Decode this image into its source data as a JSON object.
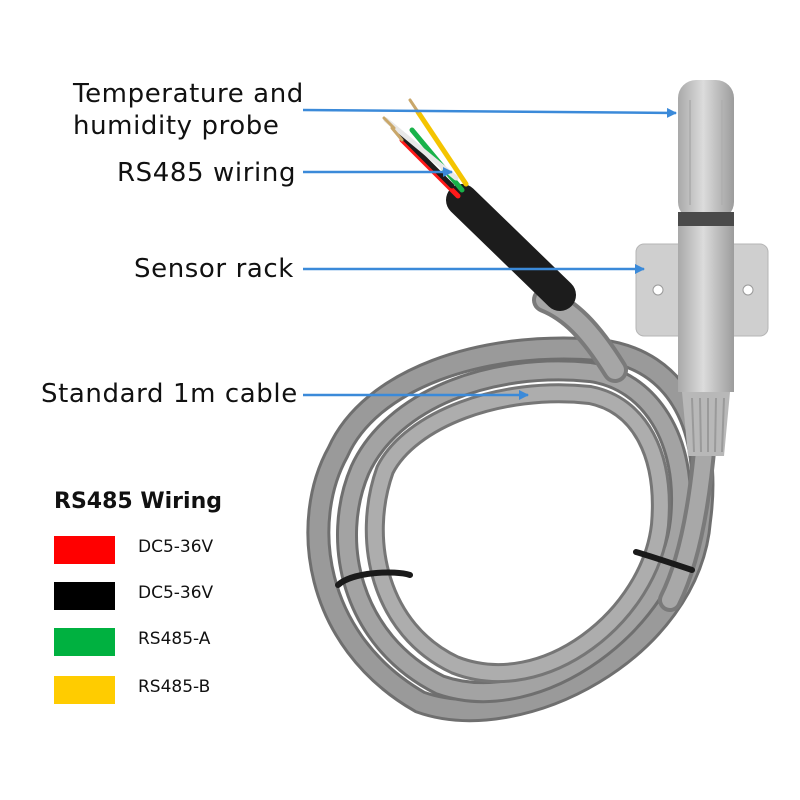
{
  "callouts": {
    "probe_line1": "Temperature and",
    "probe_line2": "humidity probe",
    "wiring": "RS485 wiring",
    "rack": "Sensor rack",
    "cable": "Standard 1m cable"
  },
  "legend": {
    "title": "RS485 Wiring",
    "items": [
      {
        "color": "#ff0000",
        "label": "DC5-36V"
      },
      {
        "color": "#000000",
        "label": "DC5-36V"
      },
      {
        "color": "#00b140",
        "label": "RS485-A"
      },
      {
        "color": "#ffcc00",
        "label": "RS485-B"
      }
    ]
  },
  "colors": {
    "arrow": "#3b8ad9",
    "cable": "#8e8e8e",
    "housing": "#c4c4c4"
  }
}
